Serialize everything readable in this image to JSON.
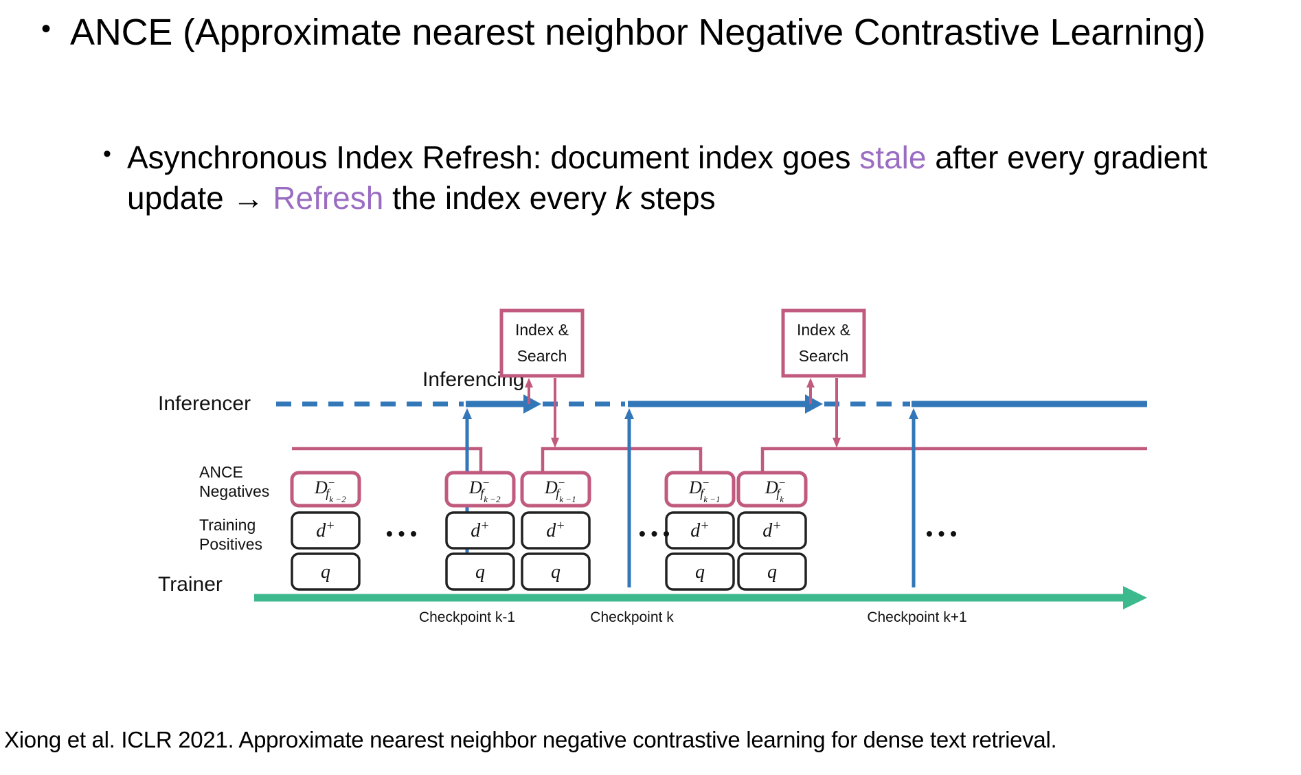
{
  "slide": {
    "bullet_marker": "•",
    "level1": {
      "text": "ANCE (Approximate nearest neighbor Negative Contrastive Learning)"
    },
    "level2": {
      "part1": "Asynchronous Index Refresh: document index goes ",
      "highlight1": "stale",
      "part2": " after every gradient update → ",
      "highlight2": "Refresh",
      "part3": " the index every ",
      "italic_k": "k",
      "part4": " steps"
    },
    "citation": "Xiong et al. ICLR 2021. Approximate nearest neighbor negative contrastive learning for dense text retrieval."
  },
  "colors": {
    "highlight_purple": "#9b6dc2",
    "pink": "#c05a7e",
    "blue": "#3277b8",
    "green": "#3cba8e",
    "black": "#111111"
  },
  "figure": {
    "row_labels": {
      "inferencer": "Inferencer",
      "ance_negatives_line1": "ANCE",
      "ance_negatives_line2": "Negatives",
      "training_positives_line1": "Training",
      "training_positives_line2": "Positives",
      "trainer": "Trainer"
    },
    "inferencing_label": "Inferencing",
    "index_search_boxes": [
      {
        "line1": "Index &",
        "line2": "Search"
      },
      {
        "line1": "Index &",
        "line2": "Search"
      }
    ],
    "checkpoints": [
      "Checkpoint k-1",
      "Checkpoint k",
      "Checkpoint k+1"
    ],
    "columns": [
      {
        "negative": {
          "base": "D",
          "sup": "−",
          "sub": "f",
          "subsub": "k −2"
        },
        "positive": {
          "base": "d",
          "sup": "+"
        },
        "query": {
          "base": "q"
        }
      },
      {
        "negative": {
          "base": "D",
          "sup": "−",
          "sub": "f",
          "subsub": "k −2"
        },
        "positive": {
          "base": "d",
          "sup": "+"
        },
        "query": {
          "base": "q"
        }
      },
      {
        "negative": {
          "base": "D",
          "sup": "−",
          "sub": "f",
          "subsub": "k −1"
        },
        "positive": {
          "base": "d",
          "sup": "+"
        },
        "query": {
          "base": "q"
        }
      },
      {
        "negative": {
          "base": "D",
          "sup": "−",
          "sub": "f",
          "subsub": "k −1"
        },
        "positive": {
          "base": "d",
          "sup": "+"
        },
        "query": {
          "base": "q"
        }
      },
      {
        "negative": {
          "base": "D",
          "sup": "−",
          "sub": "f",
          "subsub": "k"
        },
        "positive": {
          "base": "d",
          "sup": "+"
        },
        "query": {
          "base": "q"
        }
      }
    ],
    "ellipses": [
      "• • •",
      "• • •",
      "• • •"
    ]
  }
}
